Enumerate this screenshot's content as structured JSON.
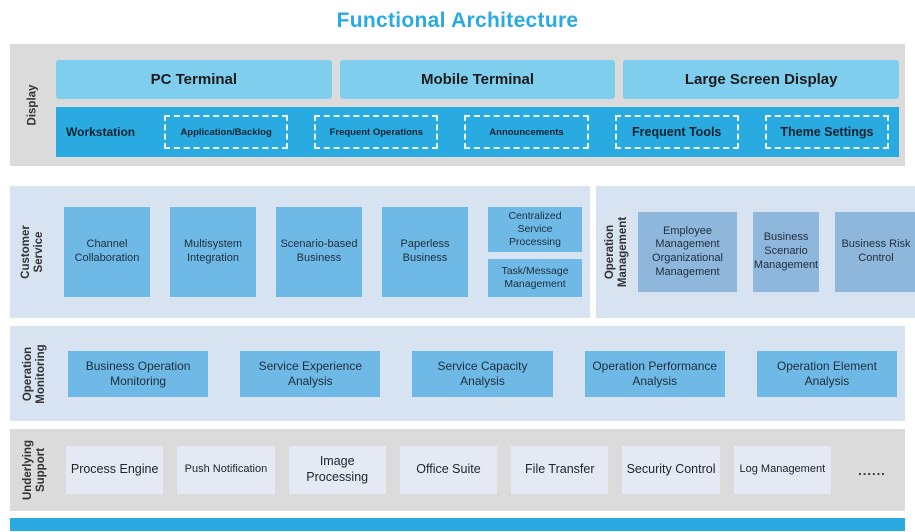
{
  "title": "Functional Architecture",
  "colors": {
    "accent_cyan": "#29ABE2",
    "section_gray": "#DBDBDB",
    "section_blue": "#D7E3F1",
    "terminal_button": "#7FCEEE",
    "feature_box_blue": "#6FB9E6",
    "management_box_blue": "#8FB7DC",
    "support_box": "#E4E9F3"
  },
  "display": {
    "label": "Display",
    "terminals": [
      "PC Terminal",
      "Mobile Terminal",
      "Large Screen Display"
    ],
    "workstation": {
      "label": "Workstation",
      "items": [
        "Application/Backlog",
        "Frequent Operations",
        "Announcements",
        "Frequent Tools",
        "Theme Settings"
      ]
    }
  },
  "customer_service": {
    "label": "Customer Service",
    "boxes": [
      "Channel Collaboration",
      "Multisystem Integration",
      "Scenario-based Business",
      "Paperless Business"
    ],
    "stacked": [
      "Centralized Service Processing",
      "Task/Message Management"
    ]
  },
  "operation_management": {
    "label": "Operation Management",
    "boxes": [
      "Employee Management Organizational Management",
      "Business Scenario Management",
      "Business Risk Control"
    ]
  },
  "operation_monitoring": {
    "label": "Operation Monitoring",
    "boxes": [
      "Business Operation Monitoring",
      "Service Experience Analysis",
      "Service Capacity Analysis",
      "Operation Performance Analysis",
      "Operation Element Analysis"
    ]
  },
  "underlying_support": {
    "label": "Underlying Support",
    "boxes": [
      "Process Engine",
      "Push Notification",
      "Image Processing",
      "Office Suite",
      "File Transfer",
      "Security Control",
      "Log Management"
    ],
    "more": "......"
  }
}
